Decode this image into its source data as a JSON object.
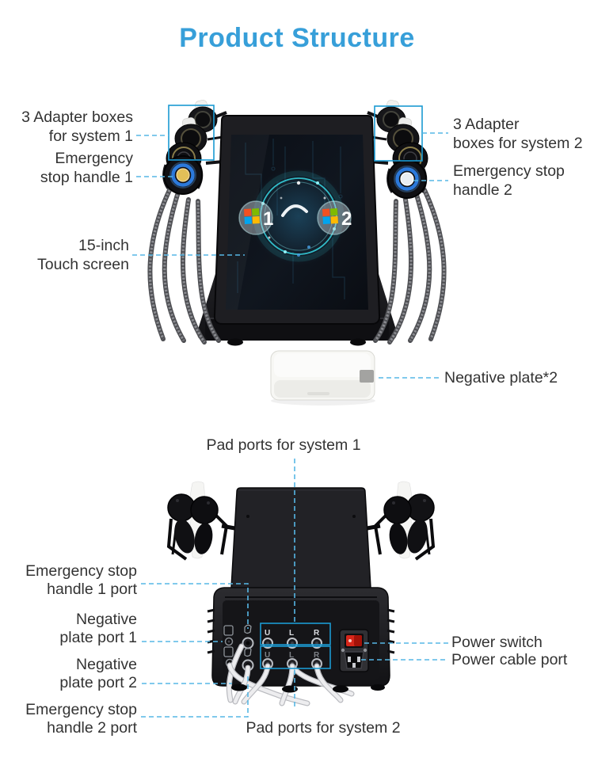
{
  "title": "Product Structure",
  "colors": {
    "title": "#379fd9",
    "leader": "#56b7e5",
    "highlight_box": "#1b9ad2",
    "label": "#333333"
  },
  "top_section": {
    "labels": {
      "adapter1_line1": "3 Adapter boxes",
      "adapter1_line2": "for system 1",
      "estop1_line1": "Emergency",
      "estop1_line2": "stop handle 1",
      "screen_line1": "15-inch",
      "screen_line2": "Touch screen",
      "adapter2_line1": "3 Adapter",
      "adapter2_line2": "boxes for system 2",
      "estop2_line1": "Emergency stop",
      "estop2_line2": "handle 2",
      "negative_plate": "Negative plate*2"
    },
    "screen_badges": {
      "system1": "1",
      "system2": "2"
    }
  },
  "bottom_section": {
    "labels": {
      "pad_ports1": "Pad ports for system 1",
      "estop1_port_line1": "Emergency stop",
      "estop1_port_line2": "handle 1 port",
      "neg1_line1": "Negative",
      "neg1_line2": "plate port 1",
      "neg2_line1": "Negative",
      "neg2_line2": "plate port 2",
      "estop2_port_line1": "Emergency stop",
      "estop2_port_line2": "handle 2 port",
      "power_switch": "Power switch",
      "power_cable": "Power cable port",
      "pad_ports2": "Pad ports for system 2"
    },
    "port_labels_row1": [
      "U",
      "L",
      "R"
    ],
    "port_labels_row2": [
      "U",
      "L",
      "R"
    ]
  }
}
